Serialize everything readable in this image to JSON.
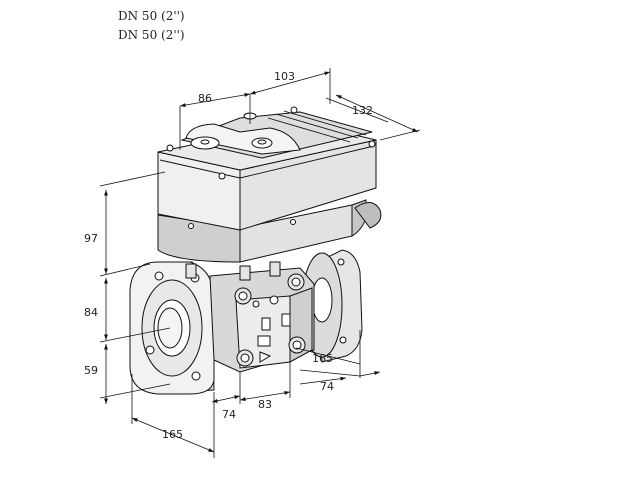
{
  "header": {
    "line1": "DN 50 (2'')",
    "line2": "DN 50 (2'')"
  },
  "dimensions": {
    "d86": "86",
    "d103": "103",
    "d132": "132",
    "d97": "97",
    "d84": "84",
    "d59": "59",
    "d165_right": "165",
    "d74_right": "74",
    "d83": "83",
    "d74_left": "74",
    "d165_bottom": "165"
  },
  "colors": {
    "line": "#111111",
    "fill_light": "#ebebeb",
    "fill_mid": "#d6d6d6",
    "fill_dark": "#b8b8b8",
    "fill_white": "#ffffff"
  }
}
